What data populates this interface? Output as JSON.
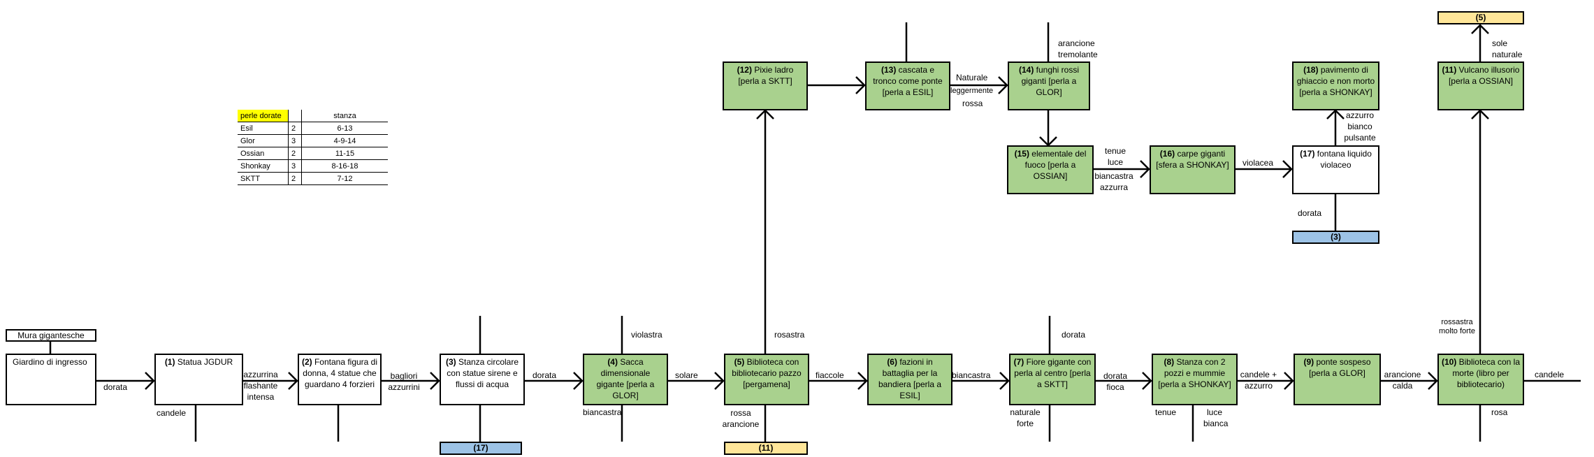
{
  "legend": {
    "header_pearls": "perle dorate",
    "header_room": "stanza",
    "rows": [
      {
        "name": "Esil",
        "count": "2",
        "rooms": "6-13"
      },
      {
        "name": "Glor",
        "count": "3",
        "rooms": "4-9-14"
      },
      {
        "name": "Ossian",
        "count": "2",
        "rooms": "11-15"
      },
      {
        "name": "Shonkay",
        "count": "3",
        "rooms": "8-16-18"
      },
      {
        "name": "SKTT",
        "count": "2",
        "rooms": "7-12"
      }
    ]
  },
  "colors": {
    "room_green": "#a9d18e",
    "ref_yellow": "#ffe699",
    "ref_blue": "#9dc3e6",
    "legend_highlight": "#ffff00"
  },
  "nodes": {
    "mura": {
      "text": "Mura gigantesche"
    },
    "giardino": {
      "text": "Giardino di ingresso"
    },
    "n1": {
      "num": "(1)",
      "text": " Statua JGDUR"
    },
    "n2": {
      "num": "(2)",
      "text": " Fontana figura di donna, 4 statue che guardano 4 forzieri"
    },
    "n3": {
      "num": "(3)",
      "text": " Stanza circolare con statue sirene e flussi di acqua"
    },
    "n4": {
      "num": "(4)",
      "text": " Sacca dimensionale gigante [perla a GLOR]"
    },
    "n5": {
      "num": "(5)",
      "text": " Biblioteca con bibliotecario pazzo [pergamena]"
    },
    "n6": {
      "num": "(6)",
      "text": " fazioni in battaglia per la bandiera [perla a ESIL]"
    },
    "n7": {
      "num": "(7)",
      "text": " Fiore gigante con perla al centro [perla a SKTT]"
    },
    "n8": {
      "num": "(8)",
      "text": " Stanza con 2 pozzi e mummie [perla a SHONKAY]"
    },
    "n9": {
      "num": "(9)",
      "text": " ponte sospeso [perla a GLOR]"
    },
    "n10": {
      "num": "(10)",
      "text": " Biblioteca con la morte (libro per bibliotecario)"
    },
    "n11": {
      "num": "(11)",
      "text": " Vulcano illusorio [perla a OSSIAN]"
    },
    "n12": {
      "num": "(12)",
      "text": " Pixie ladro [perla a SKTT]"
    },
    "n13": {
      "num": "(13)",
      "text": " cascata e tronco come ponte [perla a ESIL]"
    },
    "n14": {
      "num": "(14)",
      "text": " funghi rossi giganti [perla a GLOR]"
    },
    "n15": {
      "num": "(15)",
      "text": " elementale del fuoco [perla a OSSIAN]"
    },
    "n16": {
      "num": "(16)",
      "text": " carpe giganti [sfera a SHONKAY]"
    },
    "n17": {
      "num": "(17)",
      "text": " fontana liquido violaceo"
    },
    "n18": {
      "num": "(18)",
      "text": " pavimento di ghiaccio e non morto [perla a SHONKAY]"
    }
  },
  "refs": {
    "r17": "(17)",
    "r11": "(11)",
    "r3": "(3)",
    "r5": "(5)"
  },
  "labels": {
    "dorata_0": "dorata",
    "candele_1": "candele",
    "azzurrina": "azzurrina flashante intensa",
    "bagliori": "bagliori azzurrini",
    "dorata_3": "dorata",
    "violastra": "violastra",
    "biancastra_4": "biancastra",
    "solare": "solare",
    "rosastra": "rosastra",
    "rossa_arancione": "rossa arancione",
    "fiaccole": "fiaccole",
    "biancastra_6": "biancastra",
    "dorata_7_top": "dorata",
    "naturale_forte": "naturale forte",
    "dorata_fioca": "dorata fioca",
    "tenue": "tenue",
    "luce_bianca": "luce bianca",
    "candele_azzurro": "candele + azzurro",
    "arancione_calda": "arancione calda",
    "rossastra_molto_forte": "rossastra molto forte",
    "candele_10": "candele",
    "rosa": "rosa",
    "naturale_leggermente": "Naturale",
    "leggermente": "leggermente",
    "rossa_13": "rossa",
    "arancione_tremolante": "arancione tremolante",
    "tenue_luce": "tenue luce",
    "biancastra_azzurra": "biancastra azzurra",
    "violacea": "violacea",
    "dorata_17": "dorata",
    "azzurro_bianco_pulsante": "azzurro bianco pulsante",
    "sole_naturale": "sole naturale"
  }
}
